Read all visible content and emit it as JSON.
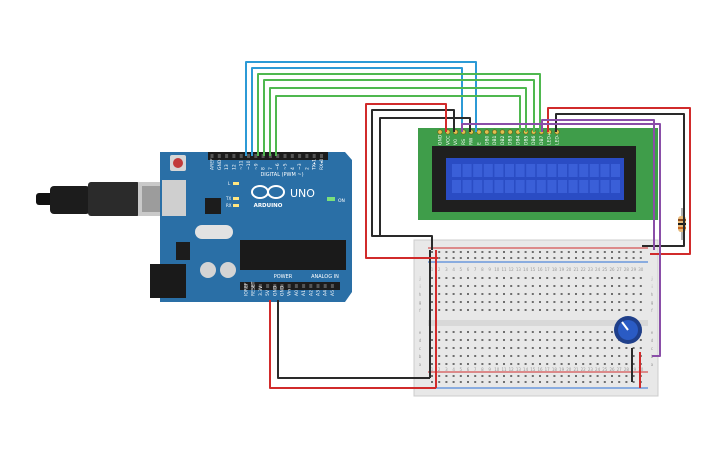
{
  "colors": {
    "board": "#2a6fa6",
    "board_dark": "#1d5a8b",
    "wire_red": "#d12b2b",
    "wire_black": "#2a2a2a",
    "wire_blue": "#2c9ad6",
    "wire_green": "#4fb84f",
    "wire_purple": "#8a4ea8",
    "lcd_pcb": "#3f9d4a",
    "lcd_screen": "#2a4cc4",
    "breadboard": "#e8e8e8"
  },
  "arduino": {
    "brand": "ARDUINO",
    "model": "UNO",
    "label_digital": "DIGITAL (PWM ~)",
    "label_power": "POWER",
    "label_analog": "ANALOG IN",
    "label_on": "ON",
    "label_l": "L",
    "label_tx": "TX",
    "label_rx": "RX",
    "power_pins": [
      "IOREF",
      "RESET",
      "3.3V",
      "5V",
      "GND",
      "GND",
      "Vin"
    ],
    "analog_pins": [
      "A0",
      "A1",
      "A2",
      "A3",
      "A4",
      "A5"
    ],
    "digital_pins": [
      "AREF",
      "GND",
      "13",
      "12",
      "~11",
      "~10",
      "~9",
      "8",
      "7",
      "~6",
      "~5",
      "4",
      "~3",
      "2",
      "TX▸1",
      "RX◂0"
    ]
  },
  "lcd": {
    "pins": [
      "GND",
      "VCC",
      "V0",
      "RS",
      "RW",
      "E",
      "DB0",
      "DB1",
      "DB2",
      "DB3",
      "DB4",
      "DB5",
      "DB6",
      "DB7",
      "LED+",
      "LED-"
    ],
    "cols": 16,
    "rows": 2
  },
  "breadboard": {
    "row_letters_top": [
      "j",
      "i",
      "h",
      "g",
      "f"
    ],
    "row_letters_bottom": [
      "e",
      "d",
      "c",
      "b",
      "a"
    ],
    "columns": [
      "1",
      "2",
      "3",
      "4",
      "5",
      "6",
      "7",
      "8",
      "9",
      "10",
      "11",
      "12",
      "13",
      "14",
      "15",
      "16",
      "17",
      "18",
      "19",
      "20",
      "21",
      "22",
      "23",
      "24",
      "25",
      "26",
      "27",
      "28",
      "29",
      "30"
    ]
  }
}
